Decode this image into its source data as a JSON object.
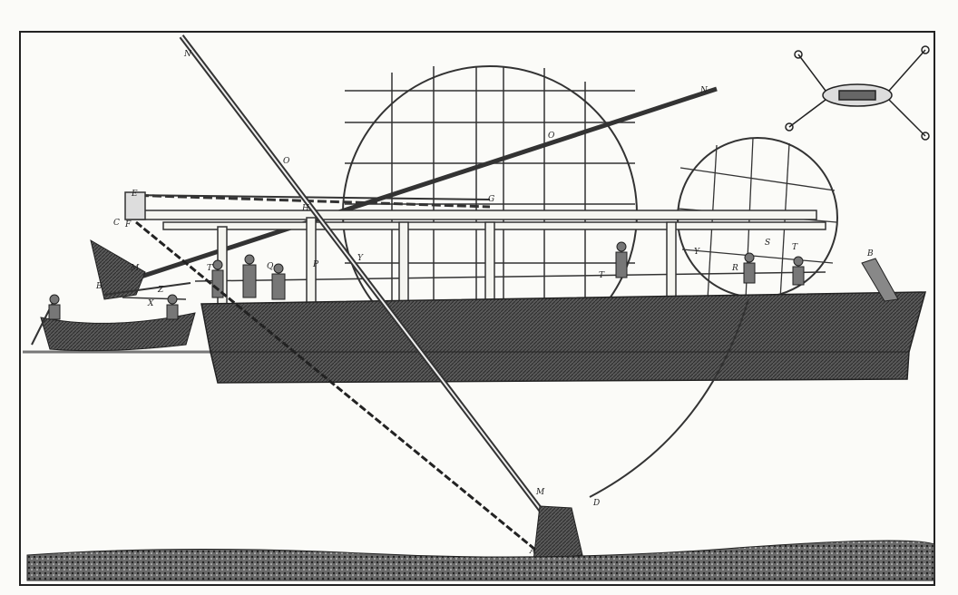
{
  "title": "Dredging machine engraving",
  "colors": {
    "paper": "#fbfbf8",
    "ink": "#1e1e1e",
    "hull": "#4a4a4a",
    "hull_dark": "#2f2f2f"
  },
  "labels": {
    "N_top": "N",
    "O_pole": "O",
    "N_boom": "N",
    "O_boom": "O",
    "E": "E",
    "C": "C",
    "F": "F",
    "H": "H",
    "G": "G",
    "M_bucket": "M",
    "B_bucket": "B",
    "Z": "Z",
    "X": "X",
    "T_left": "T",
    "Q": "Q",
    "P": "P",
    "Y_left": "Y",
    "T_mid": "T",
    "Y_right": "Y",
    "R": "R",
    "S": "S",
    "T_right": "T",
    "B_stern": "B",
    "M_spoon": "M",
    "D": "D",
    "A": "A"
  }
}
